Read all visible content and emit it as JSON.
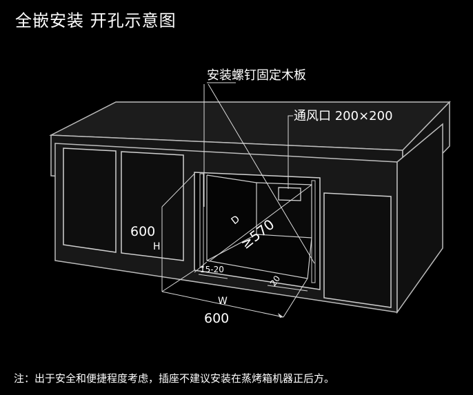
{
  "header": {
    "title": "全嵌安装 开孔示意图"
  },
  "labels": {
    "screw_board": "安装螺钉固定木板",
    "vent": "通风口 200×200",
    "height_value": "600",
    "height_letter": "H",
    "width_value": "600",
    "width_letter": "W",
    "depth_letter": "D",
    "depth_value": "≥570",
    "side_gap": "15-20",
    "bottom_gap": "20"
  },
  "footer": {
    "note": "注：出于安全和便捷程度考虑，插座不建议安装在蒸烤箱机器正后方。"
  }
}
